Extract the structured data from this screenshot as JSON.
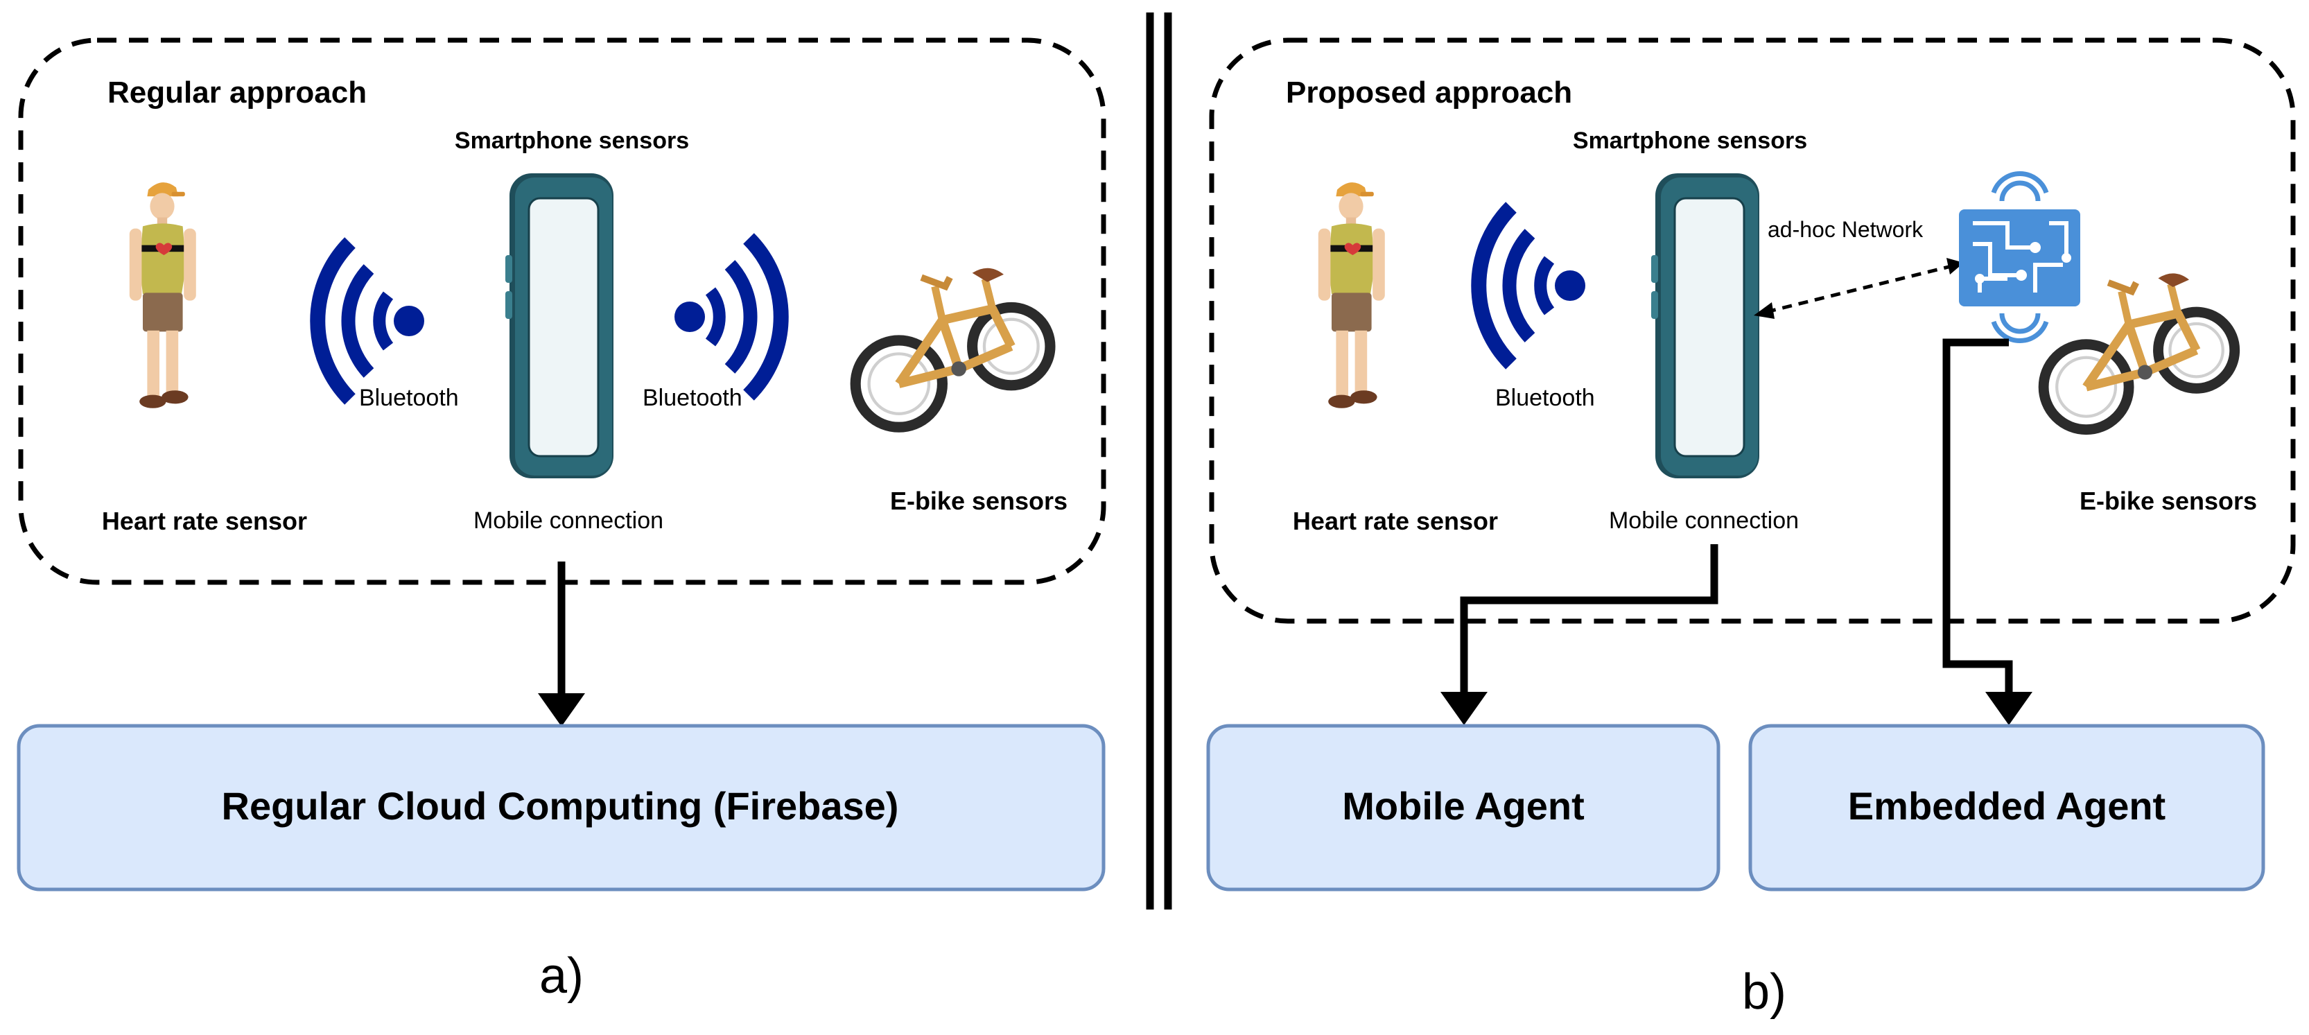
{
  "left_panel": {
    "title": "Regular approach",
    "smartphone_label": "Smartphone sensors",
    "bluetooth_left": "Bluetooth",
    "bluetooth_right": "Bluetooth",
    "heart_rate_label": "Heart rate sensor",
    "mobile_connection_label": "Mobile connection",
    "ebike_label": "E-bike sensors",
    "cloud_box_label": "Regular Cloud Computing (Firebase)",
    "caption": "a)"
  },
  "right_panel": {
    "title": "Proposed approach",
    "smartphone_label": "Smartphone sensors",
    "adhoc_label": "ad-hoc Network",
    "bluetooth_label": "Bluetooth",
    "heart_rate_label": "Heart rate sensor",
    "mobile_connection_label": "Mobile connection",
    "ebike_label": "E-bike sensors",
    "mobile_agent_label": "Mobile Agent",
    "embedded_agent_label": "Embedded Agent",
    "caption": "b)"
  },
  "colors": {
    "box_fill": "#dae8fc",
    "box_stroke": "#6c8ebf",
    "bluetooth_blue": "#001e96",
    "phone_body": "#1f4e5a",
    "chip_blue": "#4a90d9"
  }
}
